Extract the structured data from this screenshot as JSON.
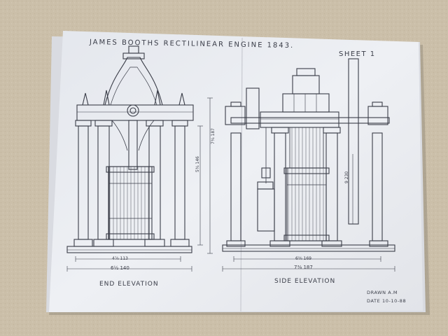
{
  "drawing": {
    "title": "JAMES BOOTHS  RECTILINEAR  ENGINE  1843.",
    "sheet": "SHEET  1",
    "end_elevation_label": "END  ELEVATION",
    "side_elevation_label": "SIDE  ELEVATION",
    "drawn_by": "DRAWN  A.M",
    "date": "DATE  10-10-88"
  },
  "dimensions": {
    "end_outer_width": "6½  140",
    "end_inner_width": "4⅞  113",
    "end_overall_height": "7¾  187",
    "end_column_height": "5¾  146",
    "side_outer_width": "7⅜  187",
    "side_inner_width": "6⅝  169",
    "side_flywheel": "9  230"
  },
  "colors": {
    "carpet": "#cbbfa9",
    "paper": "#eceef2",
    "ink": "#3a3d48"
  }
}
